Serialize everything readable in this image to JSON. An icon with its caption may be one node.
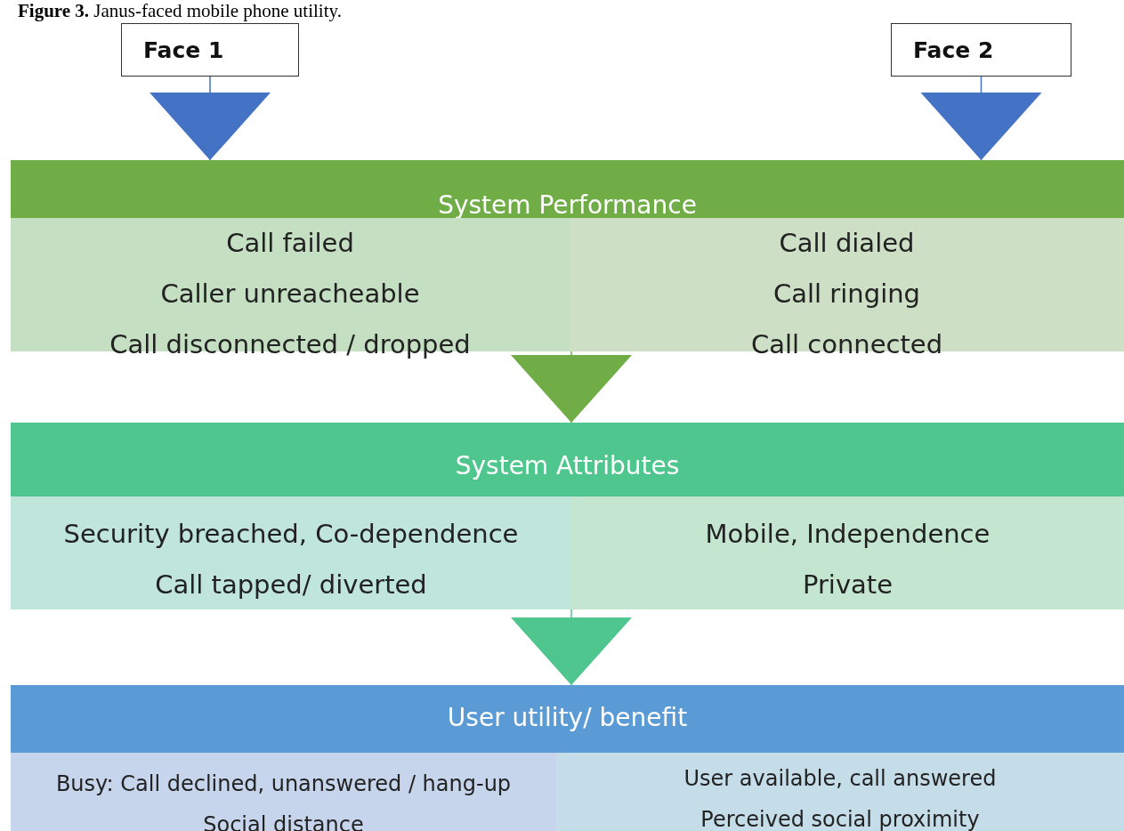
{
  "diagram": {
    "caption": "**Figure 3.** Janus-faced mobile phone utility.",
    "nodes": [
      {
        "text": [
          "Face 1"
        ]
      },
      {
        "text": [
          "Face 2"
        ]
      },
      {
        "text": [
          "System Performance"
        ]
      },
      {
        "text": [
          "Call failed",
          "Caller unreacheable",
          "Call disconnected / dropped"
        ],
        "in": 2
      },
      {
        "text": [
          "Call dialed",
          "Call ringing",
          "Call connected"
        ],
        "in": 2
      },
      {
        "text": [
          "System Attributes"
        ]
      },
      {
        "text": [
          "Security breached, Co-dependence",
          "Call tapped/ diverted"
        ],
        "in": 5
      },
      {
        "text": [
          "Mobile, Independence",
          "Private"
        ],
        "in": 5
      },
      {
        "text": [
          "User utility/ benefit"
        ]
      },
      {
        "text": [
          "Busy: Call declined, unanswered / hang-up",
          "Social distance"
        ],
        "in": 8
      },
      {
        "text": [
          "User available, call answered",
          "Perceived social proximity"
        ],
        "in": 8
      }
    ],
    "edges": [
      {
        "from": 0,
        "to": 2,
        "arrow": "to"
      },
      {
        "from": 1,
        "to": 2,
        "arrow": "to"
      },
      {
        "from": 2,
        "to": 5,
        "arrow": "to",
        "color": "#70ad47"
      },
      {
        "from": 5,
        "to": 8,
        "arrow": "to",
        "color": "#4fc68e"
      }
    ]
  }
}
